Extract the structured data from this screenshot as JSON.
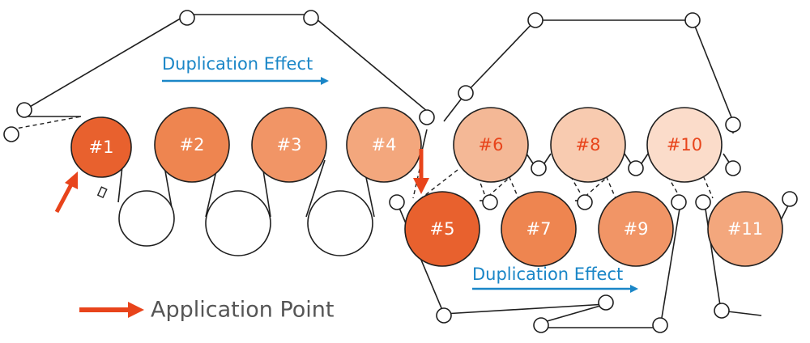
{
  "colors": {
    "accent_blue": "#1a86c7",
    "application_red": "#e8441b",
    "line": "#1f1f1f",
    "legend_text": "#555555"
  },
  "effect_labels": {
    "top": "Duplication Effect",
    "bottom": "Duplication Effect"
  },
  "legend": {
    "label": "Application Point",
    "icon": "arrow-right-icon"
  },
  "rolls": [
    {
      "label": "#1",
      "fill": "#e8612e",
      "text_color": "#ffffff"
    },
    {
      "label": "#2",
      "fill": "#ee8550",
      "text_color": "#ffffff"
    },
    {
      "label": "#3",
      "fill": "#f19566",
      "text_color": "#ffffff"
    },
    {
      "label": "#4",
      "fill": "#f3a77d",
      "text_color": "#ffffff"
    },
    {
      "label": "#5",
      "fill": "#e8612e",
      "text_color": "#ffffff"
    },
    {
      "label": "#6",
      "fill": "#f4b896",
      "text_color": "#e8441b"
    },
    {
      "label": "#7",
      "fill": "#ee8550",
      "text_color": "#ffffff"
    },
    {
      "label": "#8",
      "fill": "#f8cbb0",
      "text_color": "#e8441b"
    },
    {
      "label": "#9",
      "fill": "#f19566",
      "text_color": "#ffffff"
    },
    {
      "label": "#10",
      "fill": "#fbdcca",
      "text_color": "#e8441b"
    },
    {
      "label": "#11",
      "fill": "#f3a77d",
      "text_color": "#ffffff"
    }
  ]
}
